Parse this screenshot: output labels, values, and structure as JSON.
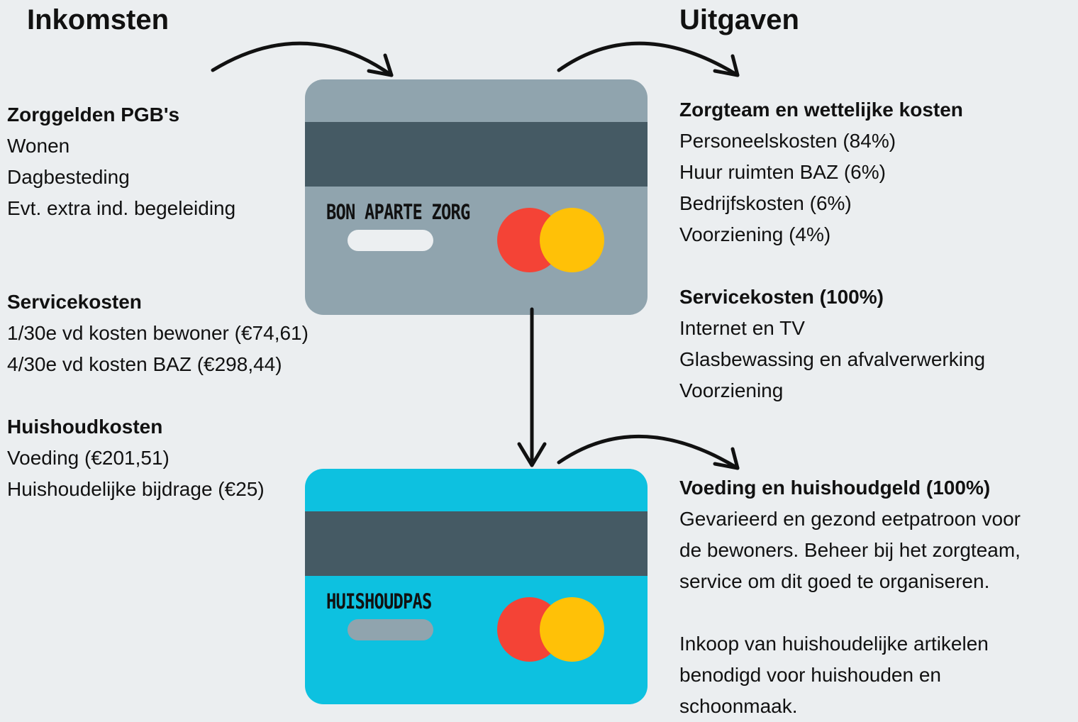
{
  "left": {
    "heading": "Inkomsten",
    "groups": [
      {
        "title": "Zorggelden PGB's",
        "items": [
          "Wonen",
          "Dagbesteding",
          "Evt. extra ind. begeleiding"
        ]
      },
      {
        "title": "Servicekosten",
        "items": [
          "1/30e vd kosten bewoner (€74,61)",
          "4/30e vd kosten BAZ (€298,44)"
        ]
      },
      {
        "title": "Huishoudkosten",
        "items": [
          "Voeding (€201,51)",
          "Huishoudelijke bijdrage (€25)"
        ]
      }
    ]
  },
  "right": {
    "heading": "Uitgaven",
    "groups": [
      {
        "title": "Zorgteam en wettelijke kosten",
        "items": [
          "Personeelskosten (84%)",
          "Huur ruimten BAZ (6%)",
          "Bedrijfskosten (6%)",
          "Voorziening (4%)"
        ]
      },
      {
        "title": "Servicekosten (100%)",
        "items": [
          "Internet en TV",
          "Glasbewassing en afvalverwerking",
          "Voorziening"
        ]
      },
      {
        "title": "Voeding en huishoudgeld (100%)",
        "items": [
          "Gevarieerd en gezond eetpatroon voor",
          "de bewoners. Beheer bij het zorgteam,",
          "service om dit goed te organiseren."
        ]
      },
      {
        "title": "",
        "items": [
          "Inkoop van huishoudelijke artikelen",
          "benodigd voor huishouden en",
          "schoonmaak."
        ]
      }
    ]
  },
  "cards": {
    "top": {
      "label": "BON APARTE ZORG",
      "color": "#90a4ae",
      "chip_color": "#eceff1"
    },
    "bottom": {
      "label": "HUISHOUDPAS",
      "color": "#0dc1e0",
      "chip_color": "#90a4ae"
    }
  },
  "colors": {
    "stripe": "#455a64",
    "circle_red": "#f44336",
    "circle_yellow": "#ffc107"
  }
}
